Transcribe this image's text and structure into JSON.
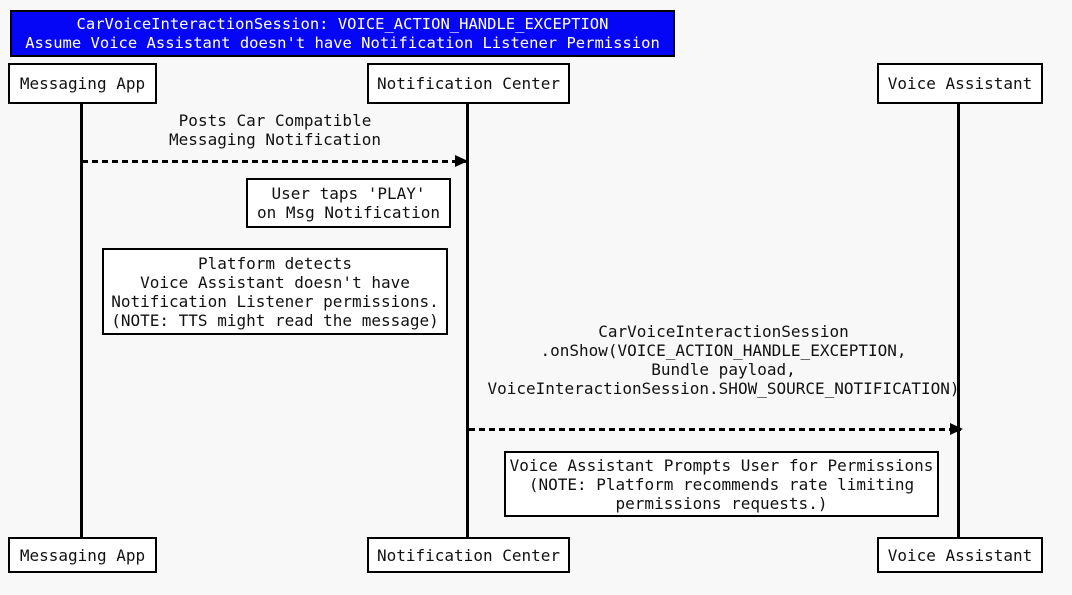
{
  "diagram": {
    "type": "sequence-diagram",
    "background_color": "#f8f8f8",
    "box_fill_color": "#ffffff",
    "line_color": "#000000",
    "title_bg_color": "#0606f6",
    "title_text_color": "#ffffff"
  },
  "title": {
    "line1": "CarVoiceInteractionSession: VOICE_ACTION_HANDLE_EXCEPTION",
    "line2": "Assume Voice Assistant doesn't have Notification Listener Permission"
  },
  "participants": [
    {
      "id": "messaging-app",
      "label": "Messaging App"
    },
    {
      "id": "notification-center",
      "label": "Notification Center"
    },
    {
      "id": "voice-assistant",
      "label": "Voice Assistant"
    }
  ],
  "messages": [
    {
      "from": "Messaging App",
      "to": "Notification Center",
      "style": "dashed",
      "label_lines": [
        "Posts Car Compatible",
        "Messaging Notification"
      ]
    },
    {
      "from": "Notification Center",
      "to": "Voice Assistant",
      "style": "dashed",
      "label_lines": [
        "CarVoiceInteractionSession",
        ".onShow(VOICE_ACTION_HANDLE_EXCEPTION,",
        "Bundle payload,",
        "VoiceInteractionSession.SHOW_SOURCE_NOTIFICATION)"
      ]
    }
  ],
  "notes": [
    {
      "over": "Notification Center",
      "lines": [
        "User taps 'PLAY'",
        "on Msg Notification"
      ]
    },
    {
      "over": "Messaging App / Notification Center",
      "lines": [
        "Platform detects",
        "Voice Assistant doesn't have",
        "Notification Listener permissions.",
        "(NOTE: TTS might read the message)"
      ]
    },
    {
      "over": "Voice Assistant",
      "lines": [
        "Voice Assistant Prompts User for Permissions",
        "(NOTE: Platform recommends rate limiting",
        "permissions requests.)"
      ]
    }
  ]
}
